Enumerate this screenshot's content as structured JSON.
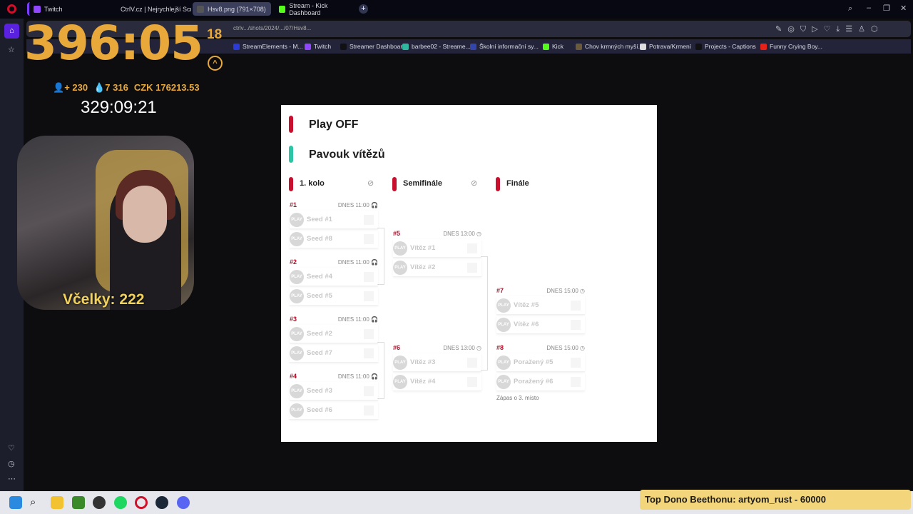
{
  "browser": {
    "tabs": [
      {
        "label": "Twitch",
        "color": "#9146ff"
      },
      {
        "label": "CtrlV.cz | Nejrychlejší Scre",
        "color": "#555"
      },
      {
        "label": "Hsv8.png (791×708)",
        "color": "#555",
        "active": true
      },
      {
        "label": "Stream - Kick Dashboard",
        "color": "#53fc18"
      }
    ],
    "address": "ctrlv.../shots/2024/.../07/Hsv8...",
    "bookmarks": [
      {
        "label": "StreamElements - M...",
        "color": "#2b3bd8"
      },
      {
        "label": "Twitch",
        "color": "#9146ff"
      },
      {
        "label": "Streamer Dashboard",
        "color": "#111"
      },
      {
        "label": "barbee02 - Streame...",
        "color": "#2fb8a0"
      },
      {
        "label": "Školní informační sy...",
        "color": "#3344aa"
      },
      {
        "label": "Kick",
        "color": "#53fc18"
      },
      {
        "label": "Chov krmných myší...",
        "color": "#6b5a3a"
      },
      {
        "label": "Potrava/Krmení",
        "color": "#ddd"
      },
      {
        "label": "Projects - Captions",
        "color": "#111"
      },
      {
        "label": "Funny Crying Boy...",
        "color": "#e62117"
      }
    ]
  },
  "overlay": {
    "timer": "396:05",
    "level": "18",
    "level_icon": "^",
    "followers": "+ 230",
    "drops": "7 316",
    "currency": "CZK 176213.53",
    "uptime": "329:09:21",
    "bees": "Včelky:  222",
    "dono": "Top Dono Beethonu: artyom_rust - 60000"
  },
  "bracket": {
    "title": "Play OFF",
    "subtitle": "Pavouk vítězů",
    "rounds": [
      "1. kolo",
      "Semifinále",
      "Finále"
    ],
    "logo_text": "PLAY",
    "matches": [
      {
        "id": "#1",
        "time": "DNES 11:00",
        "teams": [
          "Seed #1",
          "Seed #8"
        ]
      },
      {
        "id": "#2",
        "time": "DNES 11:00",
        "teams": [
          "Seed #4",
          "Seed #5"
        ]
      },
      {
        "id": "#3",
        "time": "DNES 11:00",
        "teams": [
          "Seed #2",
          "Seed #7"
        ]
      },
      {
        "id": "#4",
        "time": "DNES 11:00",
        "teams": [
          "Seed #3",
          "Seed #6"
        ]
      },
      {
        "id": "#5",
        "time": "DNES 13:00",
        "teams": [
          "Vítěz #1",
          "Vítěz #2"
        ]
      },
      {
        "id": "#6",
        "time": "DNES 13:00",
        "teams": [
          "Vítěz #3",
          "Vítěz #4"
        ]
      },
      {
        "id": "#7",
        "time": "DNES 15:00",
        "teams": [
          "Vítěz #5",
          "Vítěz #6"
        ]
      },
      {
        "id": "#8",
        "time": "DNES 15:00",
        "teams": [
          "Poražený #5",
          "Poražený #6"
        ],
        "note": "Zápas o 3. místo"
      }
    ],
    "colors": {
      "red": "#c8102e",
      "teal": "#2ec4a6"
    }
  }
}
